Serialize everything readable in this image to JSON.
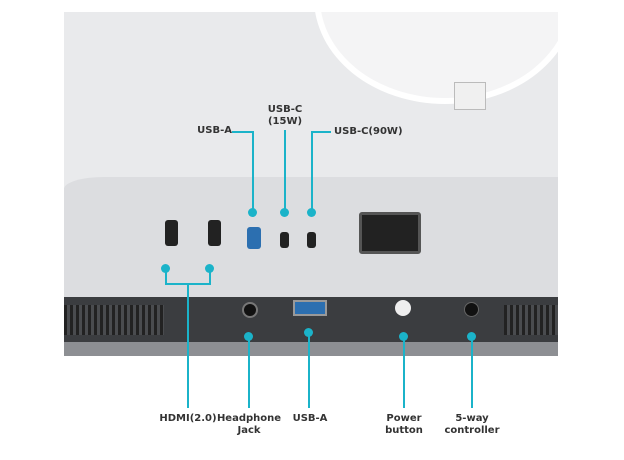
{
  "accent_color": "#1bb3c9",
  "labels_top": {
    "usb_a": "USB-A",
    "usb_c_15w": "USB-C\n(15W)",
    "usb_c_90w": "USB-C(90W)"
  },
  "labels_bottom": {
    "hdmi": "HDMI(2.0)",
    "headphone": "Headphone Jack",
    "usb_a": "USB-A",
    "power": "Power button",
    "controller": "5-way controller"
  }
}
